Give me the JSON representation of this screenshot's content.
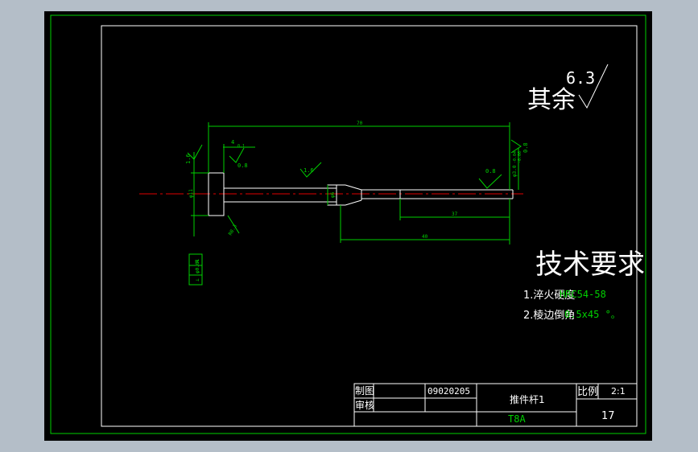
{
  "roughness": {
    "other_label": "其余",
    "other_value": "6.3",
    "val_left_top": "1.6",
    "val_left_bottom": "0.8",
    "val_shoulder": "1.6",
    "val_pin": "0.8",
    "val_end": "0.8"
  },
  "dimensions": {
    "overall_length": "70",
    "head_thickness": "4",
    "head_diameter": "φ11",
    "body_diameter": "φ6",
    "pin_diameter": "φ3.0",
    "pin_tol_upper": "-0.04",
    "pin_tol_lower": "-0.06",
    "pin_length": "37",
    "body_length": "40",
    "edge_tol": "0.1",
    "chamfer": "R0.3"
  },
  "tolerance_frame": {
    "symbol": "⊥",
    "value": "φ0.01",
    "datum": "A"
  },
  "tech_requirements": {
    "title": "技术要求",
    "items": [
      "1.淬火硬度",
      "2.棱边倒角"
    ],
    "overlays": [
      "HRC54-58",
      "0.5x45 °。"
    ]
  },
  "title_block": {
    "drawn_label": "制图",
    "check_label": "审核",
    "drawing_number": "09020205",
    "part_name": "推件杆1",
    "material": "T8A",
    "scale_label": "比例",
    "scale_value": "2:1",
    "sheet_number": "17"
  },
  "colors": {
    "outline": "#ffffff",
    "dimension": "#00d000",
    "centerline": "#e00000",
    "frame": "#00b000",
    "background": "#000000"
  }
}
